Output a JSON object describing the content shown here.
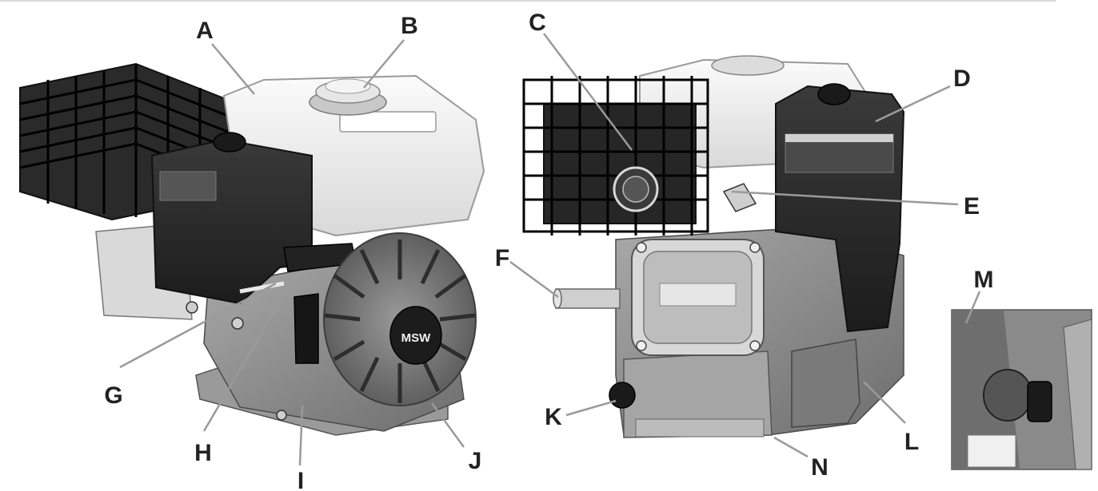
{
  "labels": {
    "a": "A",
    "b": "B",
    "c": "C",
    "d": "D",
    "e": "E",
    "f": "F",
    "g": "G",
    "h": "H",
    "i": "I",
    "j": "J",
    "k": "K",
    "l": "L",
    "m": "M",
    "n": "N"
  },
  "engine_left": {
    "badge_text": "MSW"
  },
  "colors": {
    "frame_white": "#eeeeee",
    "body_dark": "#2b2b2b",
    "body_grey": "#8c8c8c",
    "cage_black": "#111111",
    "leader_grey": "#9a9a9a",
    "label_ink": "#222222"
  }
}
